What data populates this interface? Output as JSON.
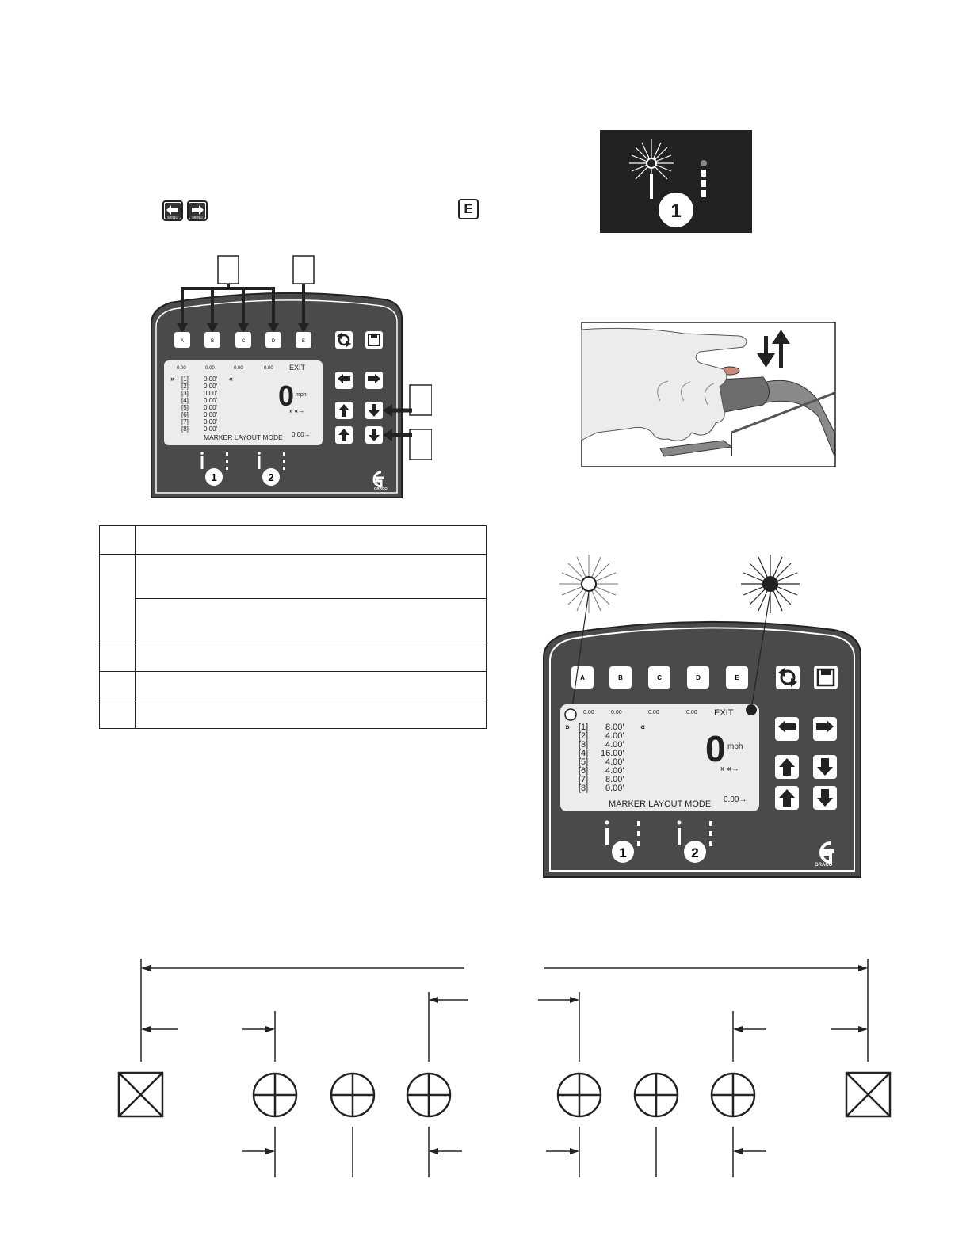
{
  "menu_keys": {
    "left_label": "MENU",
    "right_label": "MENU"
  },
  "exit_key": {
    "label": "E"
  },
  "console_small": {
    "softkeys": [
      "A",
      "B",
      "C",
      "D",
      "E"
    ],
    "header_values": [
      "0.00",
      "0.00",
      "0.00",
      "0.00"
    ],
    "exit_label": "EXIT",
    "rows": [
      {
        "index": "[1]",
        "value": "0.00'"
      },
      {
        "index": "[2]",
        "value": "0.00'"
      },
      {
        "index": "[3]",
        "value": "0.00'"
      },
      {
        "index": "[4]",
        "value": "0.00'"
      },
      {
        "index": "[5]",
        "value": "0.00'"
      },
      {
        "index": "[6]",
        "value": "0.00'"
      },
      {
        "index": "[7]",
        "value": "0.00'"
      },
      {
        "index": "[8]",
        "value": "0.00'"
      }
    ],
    "speed_value": "0",
    "speed_unit": "mph",
    "offset_value": "0.00→",
    "mode_label": "MARKER LAYOUT MODE",
    "gun_labels": [
      "1",
      "2"
    ],
    "brand": "GRACO"
  },
  "gun_indicator": {
    "label": "1"
  },
  "console_large": {
    "softkeys": [
      "A",
      "B",
      "C",
      "D",
      "E"
    ],
    "header_values": [
      "0.00",
      "0.00",
      "0.00",
      "0.00"
    ],
    "exit_label": "EXIT",
    "rows": [
      {
        "index": "[1]",
        "value": "8.00'"
      },
      {
        "index": "[2]",
        "value": "4.00'"
      },
      {
        "index": "[3]",
        "value": "4.00'"
      },
      {
        "index": "[4]",
        "value": "16.00'"
      },
      {
        "index": "[5]",
        "value": "4.00'"
      },
      {
        "index": "[6]",
        "value": "4.00'"
      },
      {
        "index": "[7]",
        "value": "8.00'"
      },
      {
        "index": "[8]",
        "value": "0.00'"
      }
    ],
    "speed_value": "0",
    "speed_unit": "mph",
    "offset_value": "0.00→",
    "mode_label": "MARKER LAYOUT MODE",
    "gun_labels": [
      "1",
      "2"
    ],
    "brand": "GRACO"
  },
  "colors": {
    "panel": "#4a4a4a",
    "lcd": "#ececec",
    "ink": "#222222"
  }
}
